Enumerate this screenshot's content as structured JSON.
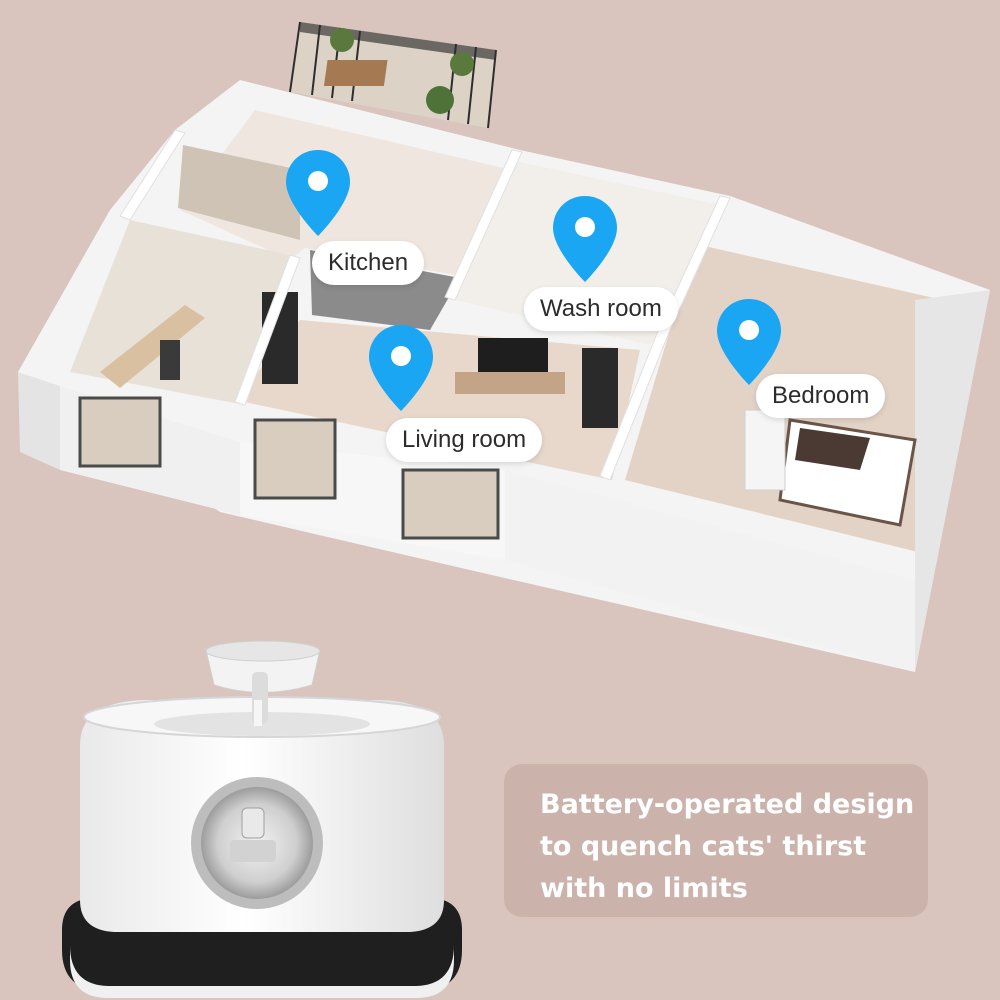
{
  "rooms": {
    "kitchen": "Kitchen",
    "washroom": "Wash room",
    "living_room": "Living room",
    "bedroom": "Bedroom"
  },
  "caption": {
    "line1": "Battery-operated design",
    "line2": "to quench cats' thirst",
    "line3": "with no limits"
  },
  "colors": {
    "background": "#d9c5be",
    "caption_box": "#cbb3ab",
    "pin": "#1aa6f2",
    "walls": "#f4f4f4",
    "floor": "#e3d3c7"
  },
  "icons": {
    "room_marker": "map-pin-icon"
  }
}
